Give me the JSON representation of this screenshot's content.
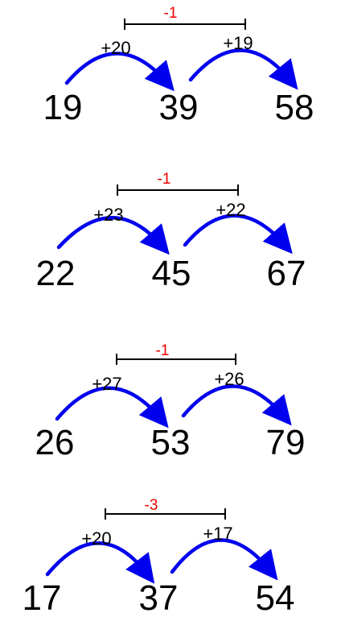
{
  "colors": {
    "arrow": "#0000ee",
    "difference": "#ee0000",
    "text": "#000000"
  },
  "rows": [
    {
      "numbers": [
        "19",
        "39",
        "58"
      ],
      "steps": [
        "+20",
        "+19"
      ],
      "difference": "-1"
    },
    {
      "numbers": [
        "22",
        "45",
        "67"
      ],
      "steps": [
        "+23",
        "+22"
      ],
      "difference": "-1"
    },
    {
      "numbers": [
        "26",
        "53",
        "79"
      ],
      "steps": [
        "+27",
        "+26"
      ],
      "difference": "-1"
    },
    {
      "numbers": [
        "17",
        "37",
        "54"
      ],
      "steps": [
        "+20",
        "+17"
      ],
      "difference": "-3"
    }
  ]
}
